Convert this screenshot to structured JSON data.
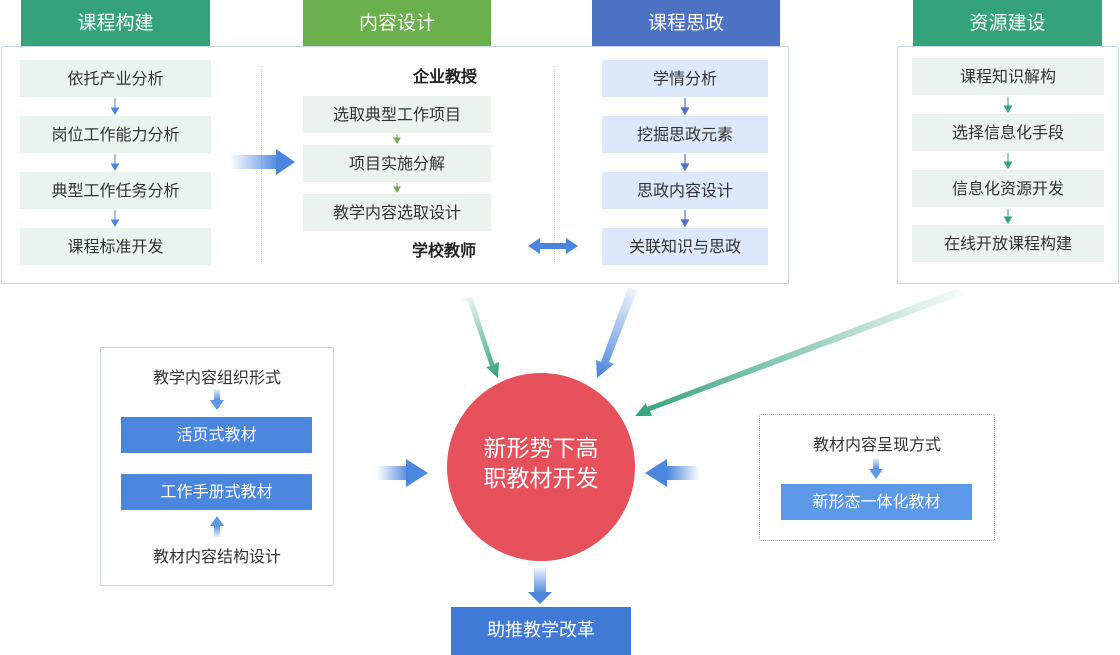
{
  "columns": {
    "kecheng_goujian": {
      "title": "课程构建",
      "items": [
        "依托产业分析",
        "岗位工作能力分析",
        "典型工作任务分析",
        "课程标准开发"
      ]
    },
    "neirong_sheji": {
      "title": "内容设计",
      "top_label": "企业教授",
      "items": [
        "选取典型工作项目",
        "项目实施分解",
        "教学内容选取设计"
      ],
      "bottom_label": "学校教师"
    },
    "kecheng_sizheng": {
      "title": "课程思政",
      "items": [
        "学情分析",
        "挖掘思政元素",
        "思政内容设计",
        "关联知识与思政"
      ]
    },
    "ziyuan_jianshe": {
      "title": "资源建设",
      "items": [
        "课程知识解构",
        "选择信息化手段",
        "信息化资源开发",
        "在线开放课程构建"
      ]
    }
  },
  "center": {
    "line1": "新形势下高",
    "line2": "职教材开发"
  },
  "left_box": {
    "top_text": "教学内容组织形式",
    "bar1": "活页式教材",
    "bar2": "工作手册式教材",
    "bottom_text": "教材内容结构设计"
  },
  "right_box": {
    "top_text": "教材内容呈现方式",
    "bar": "新形态一体化教材"
  },
  "bottom_button": "助推教学改革",
  "colors": {
    "green": "#35a37a",
    "light_green": "#6ab04c",
    "blue": "#4e72c3",
    "center_red": "#e6515c",
    "bar_blue": "#4a86dd"
  }
}
